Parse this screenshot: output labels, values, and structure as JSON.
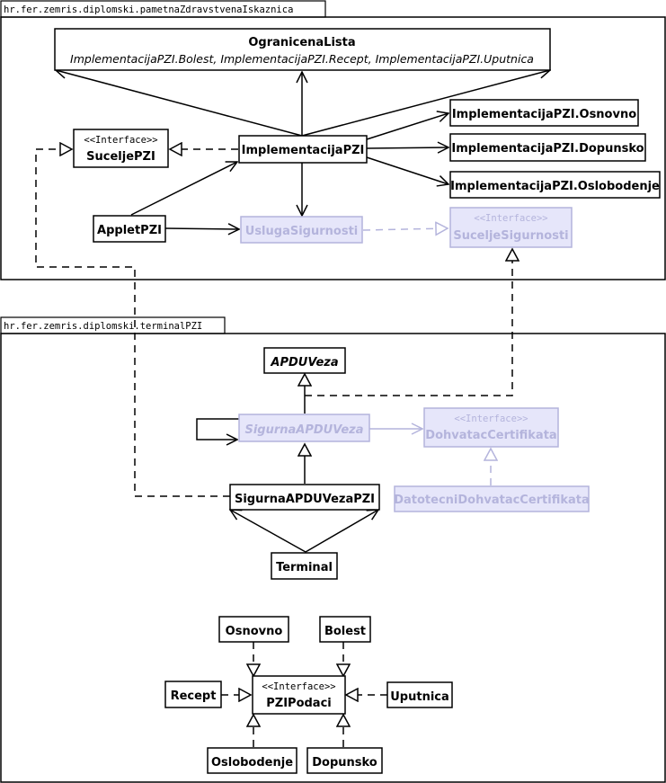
{
  "packages": {
    "top": {
      "name": "hr.fer.zemris.diplomski.pametnaZdravstvenaIskaznica"
    },
    "bottom": {
      "name": "hr.fer.zemris.diplomski.terminalPZI"
    }
  },
  "stereotype": "<<Interface>>",
  "classes": {
    "ogranicena_lista": {
      "name": "OgranicenaLista",
      "params": "ImplementacijaPZI.Bolest, ImplementacijaPZI.Recept, ImplementacijaPZI.Uputnica"
    },
    "sucelje_pzi": {
      "name": "SuceljePZI"
    },
    "implementacija_pzi": {
      "name": "ImplementacijaPZI"
    },
    "impl_osnovno": {
      "name": "ImplementacijaPZI.Osnovno"
    },
    "impl_dopunsko": {
      "name": "ImplementacijaPZI.Dopunsko"
    },
    "impl_oslobodenje": {
      "name": "ImplementacijaPZI.Oslobodenje"
    },
    "applet_pzi": {
      "name": "AppletPZI"
    },
    "usluga_sigurnosti": {
      "name": "UslugaSigurnosti"
    },
    "sucelje_sigurnosti": {
      "name": "SuceljeSigurnosti"
    },
    "apdu_veza": {
      "name": "APDUVeza"
    },
    "sigurna_apdu_veza": {
      "name": "SigurnaAPDUVeza"
    },
    "dohvatac_certifikata": {
      "name": "DohvatacCertifikata"
    },
    "sigurna_apdu_veza_pzi": {
      "name": "SigurnaAPDUVezaPZI"
    },
    "datotecni_dohvatac": {
      "name": "DatotecniDohvatacCertifikata"
    },
    "terminal": {
      "name": "Terminal"
    },
    "osnovno": {
      "name": "Osnovno"
    },
    "bolest": {
      "name": "Bolest"
    },
    "recept": {
      "name": "Recept"
    },
    "pzi_podaci": {
      "name": "PZIPodaci"
    },
    "uputnica": {
      "name": "Uputnica"
    },
    "oslobodenje": {
      "name": "Oslobodenje"
    },
    "dopunsko": {
      "name": "Dopunsko"
    }
  },
  "colors": {
    "line": "#000000",
    "faded_fill": "#e6e6fa",
    "faded_stroke": "#b4b4dc",
    "faded_text": "#b4b4dc"
  }
}
